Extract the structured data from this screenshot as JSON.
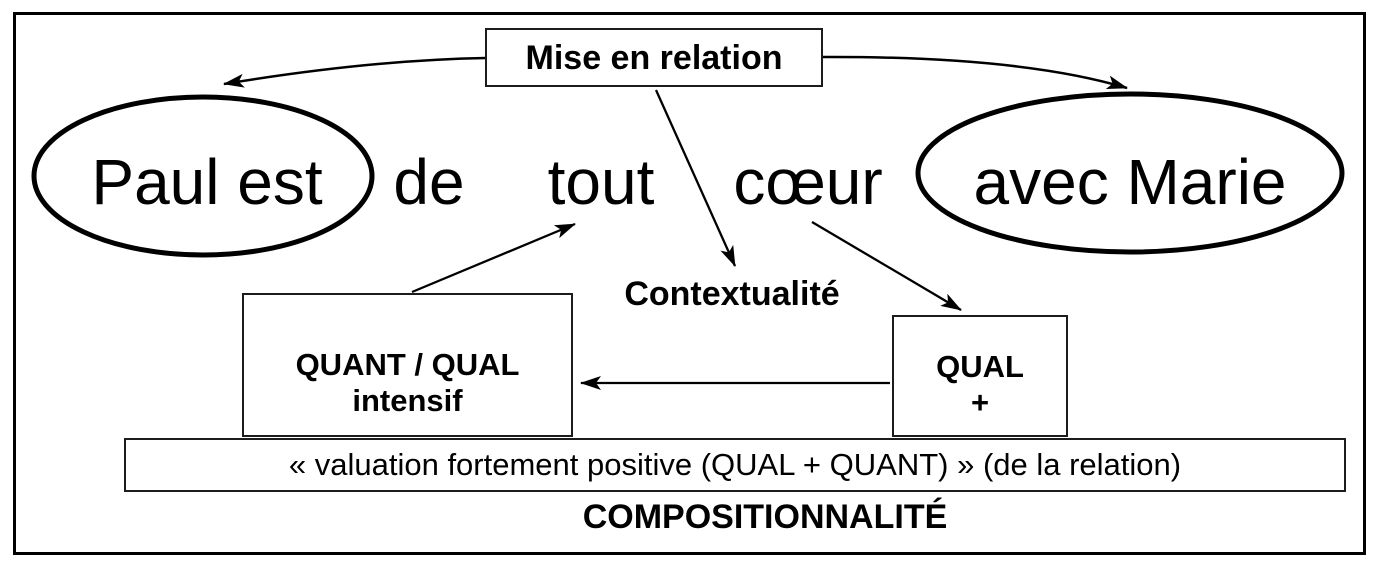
{
  "diagram": {
    "top_label": "Mise en relation",
    "sentence": {
      "subject": "Paul est",
      "word_de": "de",
      "word_tout": "tout",
      "word_coeur": "cœur",
      "object": "avec Marie"
    },
    "context_label": "Contextualité",
    "quant_qual_box": {
      "line1": "QUANT / QUAL",
      "line2": "intensif"
    },
    "qual_box": {
      "line1": "QUAL",
      "line2": "+"
    },
    "valuation_label": "« valuation fortement positive (QUAL + QUANT) » (de la relation)",
    "bottom_label": "COMPOSITIONNALITÉ"
  },
  "colors": {
    "ink": "#000000",
    "box_border": "#1c1c1c",
    "background": "#ffffff"
  }
}
